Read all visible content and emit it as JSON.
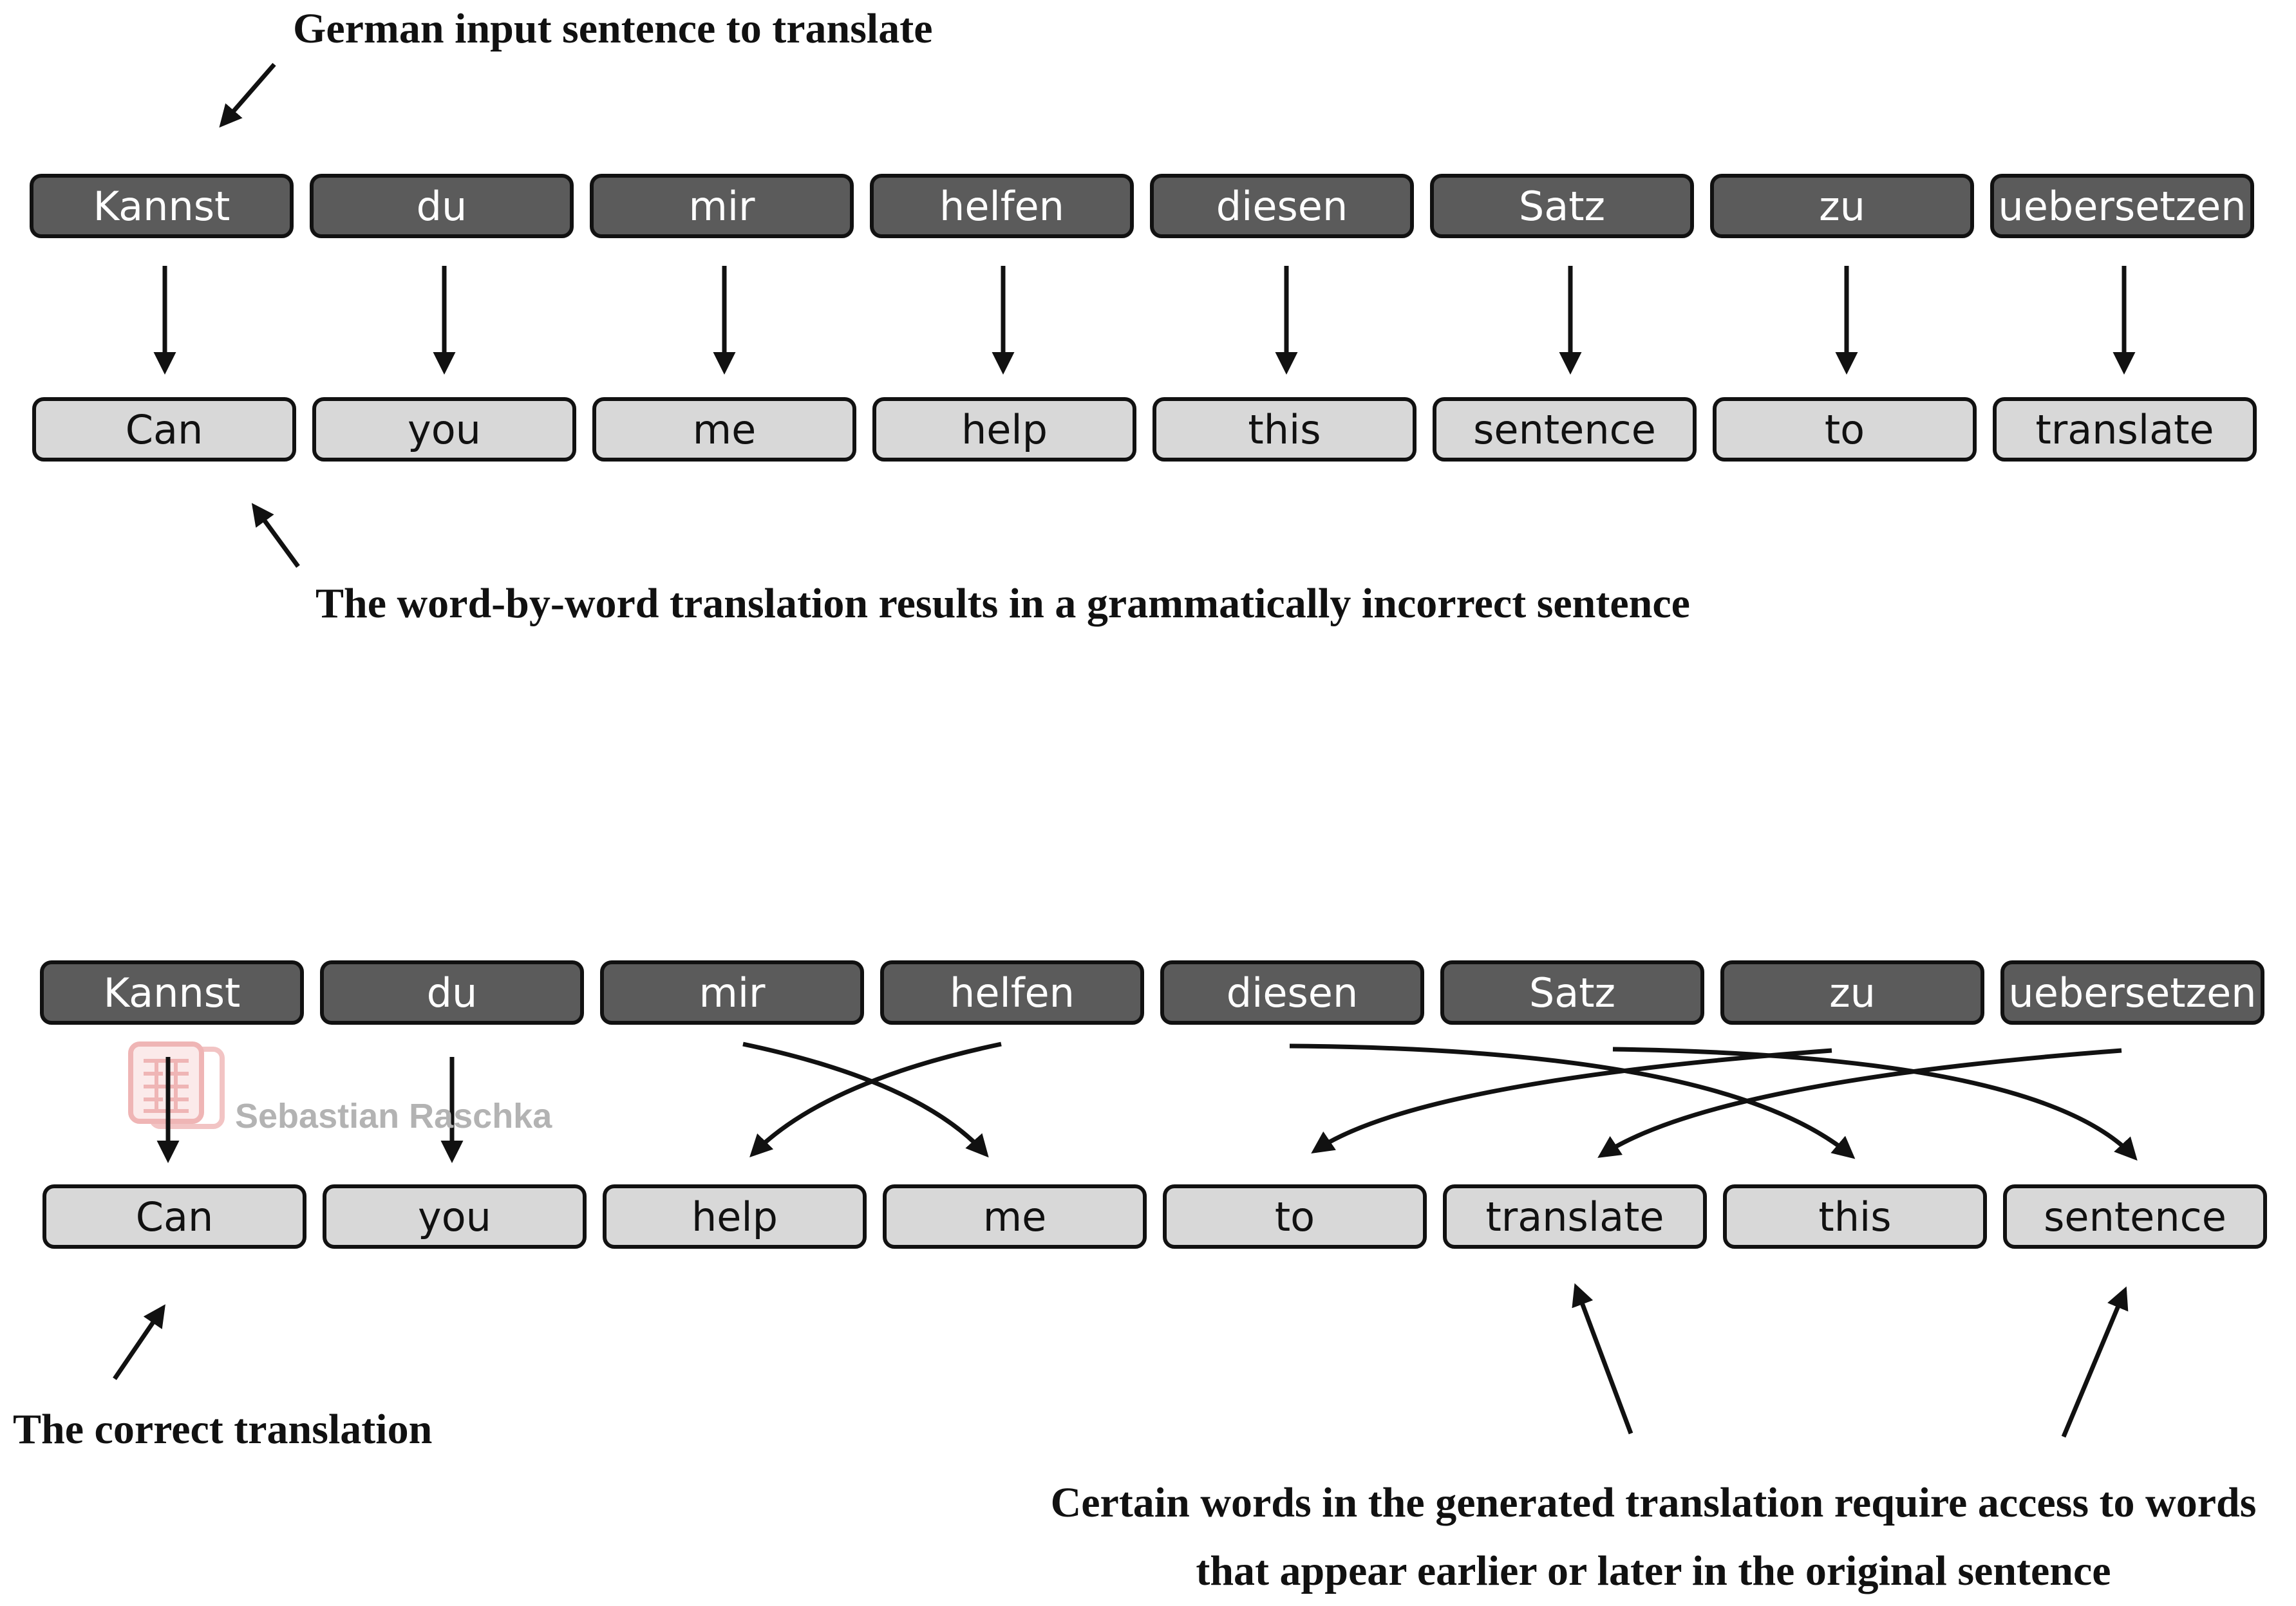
{
  "top": {
    "input_tokens": [
      "Kannst",
      "du",
      "mir",
      "helfen",
      "diesen",
      "Satz",
      "zu",
      "uebersetzen"
    ],
    "output_tokens": [
      "Can",
      "you",
      "me",
      "help",
      "this",
      "sentence",
      "to",
      "translate"
    ],
    "annotation_input": "German input sentence to translate",
    "annotation_output": "The word-by-word translation results in a grammatically incorrect sentence"
  },
  "bottom": {
    "input_tokens": [
      "Kannst",
      "du",
      "mir",
      "helfen",
      "diesen",
      "Satz",
      "zu",
      "uebersetzen"
    ],
    "output_tokens": [
      "Can",
      "you",
      "help",
      "me",
      "to",
      "translate",
      "this",
      "sentence"
    ],
    "annotation_correct": "The correct translation",
    "annotation_access_line1": "Certain words in the generated translation require access to words",
    "annotation_access_line2": "that appear earlier or later in the original sentence"
  },
  "watermark": {
    "text": "Sebastian Raschka"
  },
  "colors": {
    "input_token_fill": "#5b5b5b",
    "output_token_fill": "#d8d8d8",
    "stroke": "#111111"
  }
}
